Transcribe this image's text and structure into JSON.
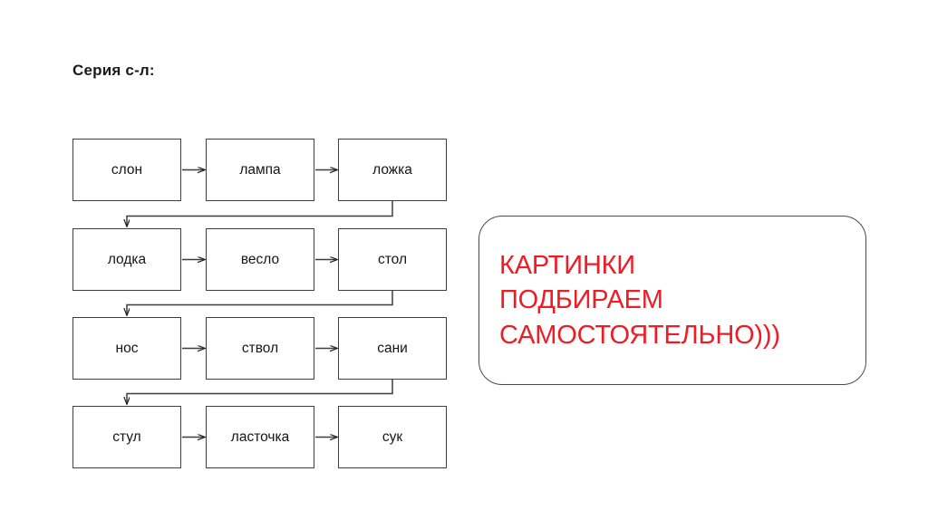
{
  "slide": {
    "title": "Серия с-л:",
    "background_color": "#ffffff"
  },
  "flowchart": {
    "box_border_color": "#3f3f3f",
    "connector_color": "#3f3f3f",
    "rows": [
      {
        "boxes": [
          {
            "label": "слон"
          },
          {
            "label": "лампа"
          },
          {
            "label": "ложка"
          }
        ]
      },
      {
        "boxes": [
          {
            "label": "лодка"
          },
          {
            "label": "весло"
          },
          {
            "label": "стол"
          }
        ]
      },
      {
        "boxes": [
          {
            "label": "нос"
          },
          {
            "label": "ствол"
          },
          {
            "label": "сани"
          }
        ]
      },
      {
        "boxes": [
          {
            "label": "стул"
          },
          {
            "label": "ласточка"
          },
          {
            "label": "сук"
          }
        ]
      }
    ]
  },
  "callout": {
    "text_color": "#ee1c25",
    "border_color": "#4a4a4a",
    "lines": [
      "КАРТИНКИ",
      "ПОДБИРАЕМ",
      "САМОСТОЯТЕЛЬНО)))"
    ]
  }
}
